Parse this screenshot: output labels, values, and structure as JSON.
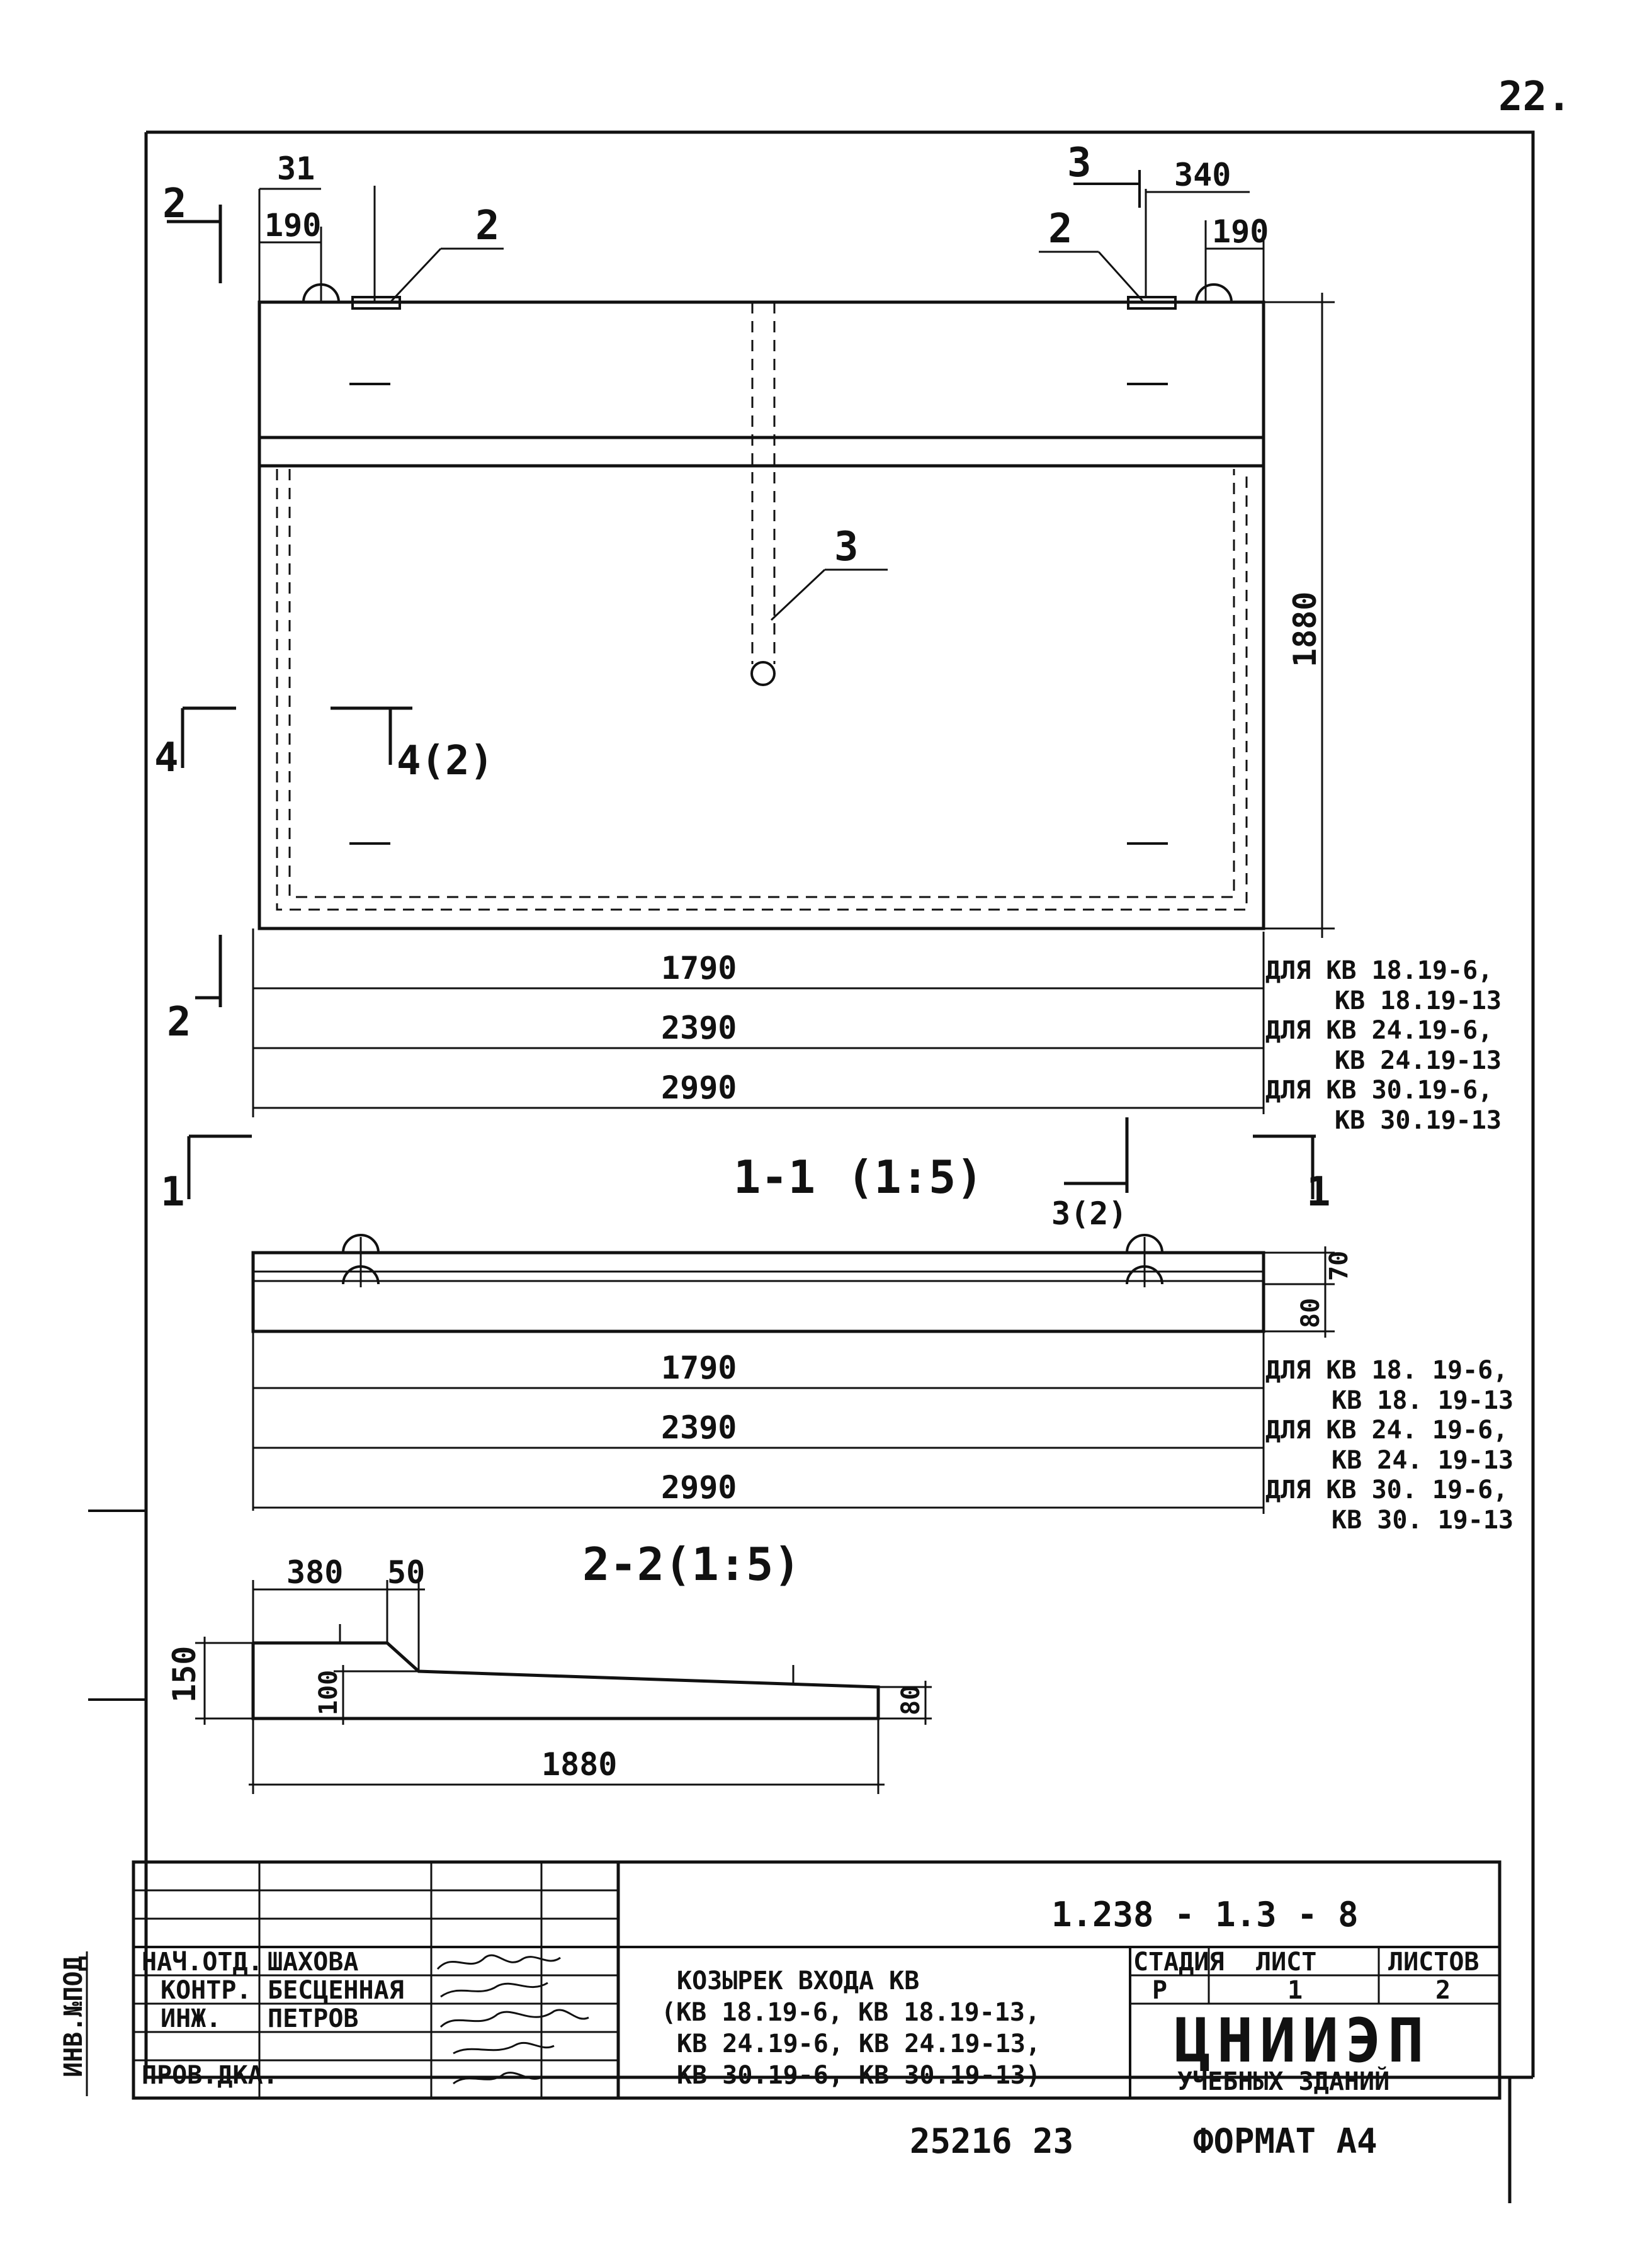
{
  "page_number": "22.",
  "drawing": {
    "plan": {
      "callouts": {
        "item_2": "2",
        "item_3": "3"
      },
      "section_marks": {
        "s2": "2",
        "s3": "3",
        "s4": "4",
        "s4_2": "4(2)",
        "s1": "1"
      },
      "dims": {
        "d31": "31",
        "d190_left": "190",
        "d340": "340",
        "d190_right": "190",
        "height": "1880",
        "lengths": [
          "1790",
          "2390",
          "2990"
        ]
      },
      "length_notes": [
        {
          "line1": "ДЛЯ КВ 18.19-6,",
          "line2": "КВ 18.19-13"
        },
        {
          "line1": "ДЛЯ КВ 24.19-6,",
          "line2": "КВ 24.19-13"
        },
        {
          "line1": "ДЛЯ КВ 30.19-6,",
          "line2": "КВ 30.19-13"
        }
      ]
    },
    "section_1_1": {
      "title_main": "1-1",
      "title_scale": "(1:5)",
      "mark_3_2": "3(2)",
      "dims": {
        "d70": "70",
        "d80": "80",
        "lengths": [
          "1790",
          "2390",
          "2990"
        ]
      },
      "length_notes": [
        {
          "line1": "ДЛЯ КВ 18. 19-6,",
          "line2": "КВ 18. 19-13"
        },
        {
          "line1": "ДЛЯ КВ 24. 19-6,",
          "line2": "КВ 24. 19-13"
        },
        {
          "line1": "ДЛЯ КВ 30. 19-6,",
          "line2": "КВ 30. 19-13"
        }
      ]
    },
    "section_2_2": {
      "title_main": "2-2",
      "title_scale": "(1:5)",
      "dims": {
        "d380": "380",
        "d50": "50",
        "d150": "150",
        "d100": "100",
        "d80": "80",
        "d1880": "1880"
      }
    }
  },
  "title_block": {
    "doc_code": "1.238 - 1.3 - 8",
    "roles": [
      "НАЧ.ОТД.",
      "КОНТР.",
      "ИНЖ.",
      "",
      "ПРОВ.ДКА."
    ],
    "names": [
      "ШАХОВА",
      "БЕСЦЕННАЯ",
      "ПЕТРОВ",
      "",
      ""
    ],
    "title_lines": [
      "КОЗЫРЕК ВХОДА КВ",
      "(КВ 18.19-6,  КВ 18.19-13,",
      "КВ 24.19-6,  КВ 24.19-13,",
      "КВ 30.19-6,  КВ 30.19-13)"
    ],
    "stage_header": "СТАДИЯ",
    "sheet_header": "ЛИСТ",
    "sheets_header": "ЛИСТОВ",
    "stage_value": "Р",
    "sheet_value": "1",
    "sheets_value": "2",
    "org_name": "ЦНИИЭП",
    "org_sub": "УЧЕБНЫХ ЗДАНИЙ",
    "side_label": "ИНВ.№ПОД"
  },
  "footer": {
    "stamp": "25216   23",
    "format": "ФОРМАТ А4"
  }
}
